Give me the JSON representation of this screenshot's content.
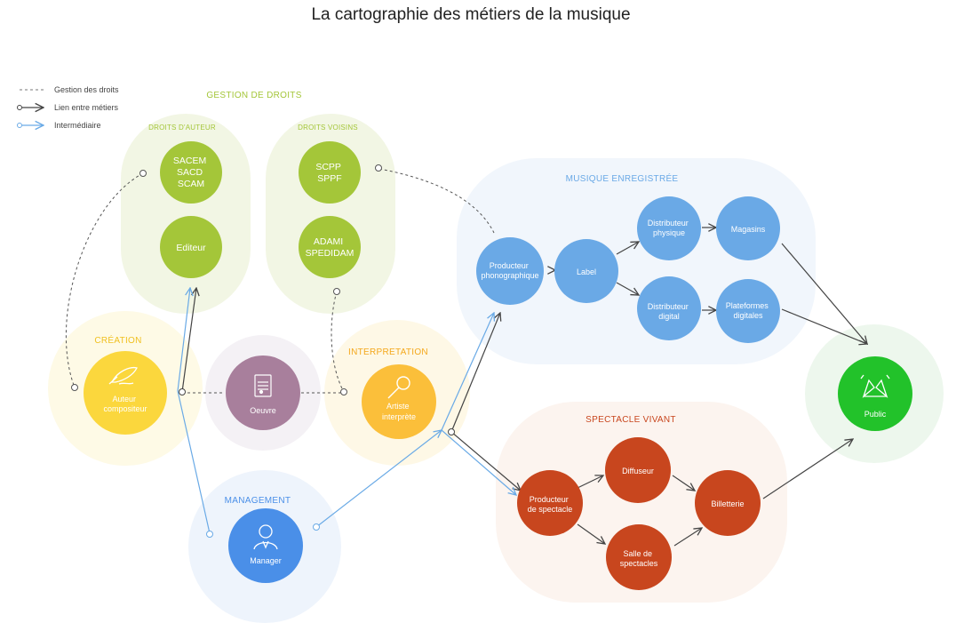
{
  "title": "La cartographie des métiers de la musique",
  "legend": {
    "rights": "Gestion des droits",
    "link": "Lien entre métiers",
    "intermediary": "Intermédiaire"
  },
  "groups": {
    "gestion_droits": "GESTION DE DROITS",
    "droits_auteur": "DROITS D'AUTEUR",
    "droits_voisins": "DROITS VOISINS",
    "musique_enregistree": "MUSIQUE ENREGISTRÉE",
    "creation": "CRÉATION",
    "interpretation": "INTERPRETATION",
    "spectacle_vivant": "SPECTACLE VIVANT",
    "management": "MANAGEMENT"
  },
  "nodes": {
    "sacem": [
      "SACEM",
      "SACD",
      "SCAM"
    ],
    "editeur": [
      "Editeur"
    ],
    "scpp": [
      "SCPP",
      "SPPF"
    ],
    "adami": [
      "ADAMI",
      "SPEDIDAM"
    ],
    "auteur": [
      "Auteur",
      "compositeur"
    ],
    "oeuvre": [
      "Oeuvre"
    ],
    "artiste": [
      "Artiste",
      "interprète"
    ],
    "manager": [
      "Manager"
    ],
    "producteur_phono": [
      "Producteur",
      "phonographique"
    ],
    "label": [
      "Label"
    ],
    "distributeur_physique": [
      "Distributeur",
      "physique"
    ],
    "magasins": [
      "Magasins"
    ],
    "distributeur_digital": [
      "Distributeur",
      "digital"
    ],
    "plateformes": [
      "Plateformes",
      "digitales"
    ],
    "producteur_spectacle": [
      "Producteur",
      "de spectacle"
    ],
    "diffuseur": [
      "Diffuseur"
    ],
    "salle": [
      "Salle de",
      "spectacles"
    ],
    "billetterie": [
      "Billetterie"
    ],
    "public": [
      "Public"
    ]
  },
  "colors": {
    "green_rights": "#a4c639",
    "blue_recorded": "#6aa9e6",
    "yellow_creation": "#fbd73d",
    "orange_interp": "#fbbf3a",
    "mauve_work": "#a87f9c",
    "blue_manager": "#4a8fe8",
    "red_live": "#c8461e",
    "green_public": "#22c22a",
    "arrow_dark": "#444444",
    "arrow_blue": "#6aaae6"
  }
}
